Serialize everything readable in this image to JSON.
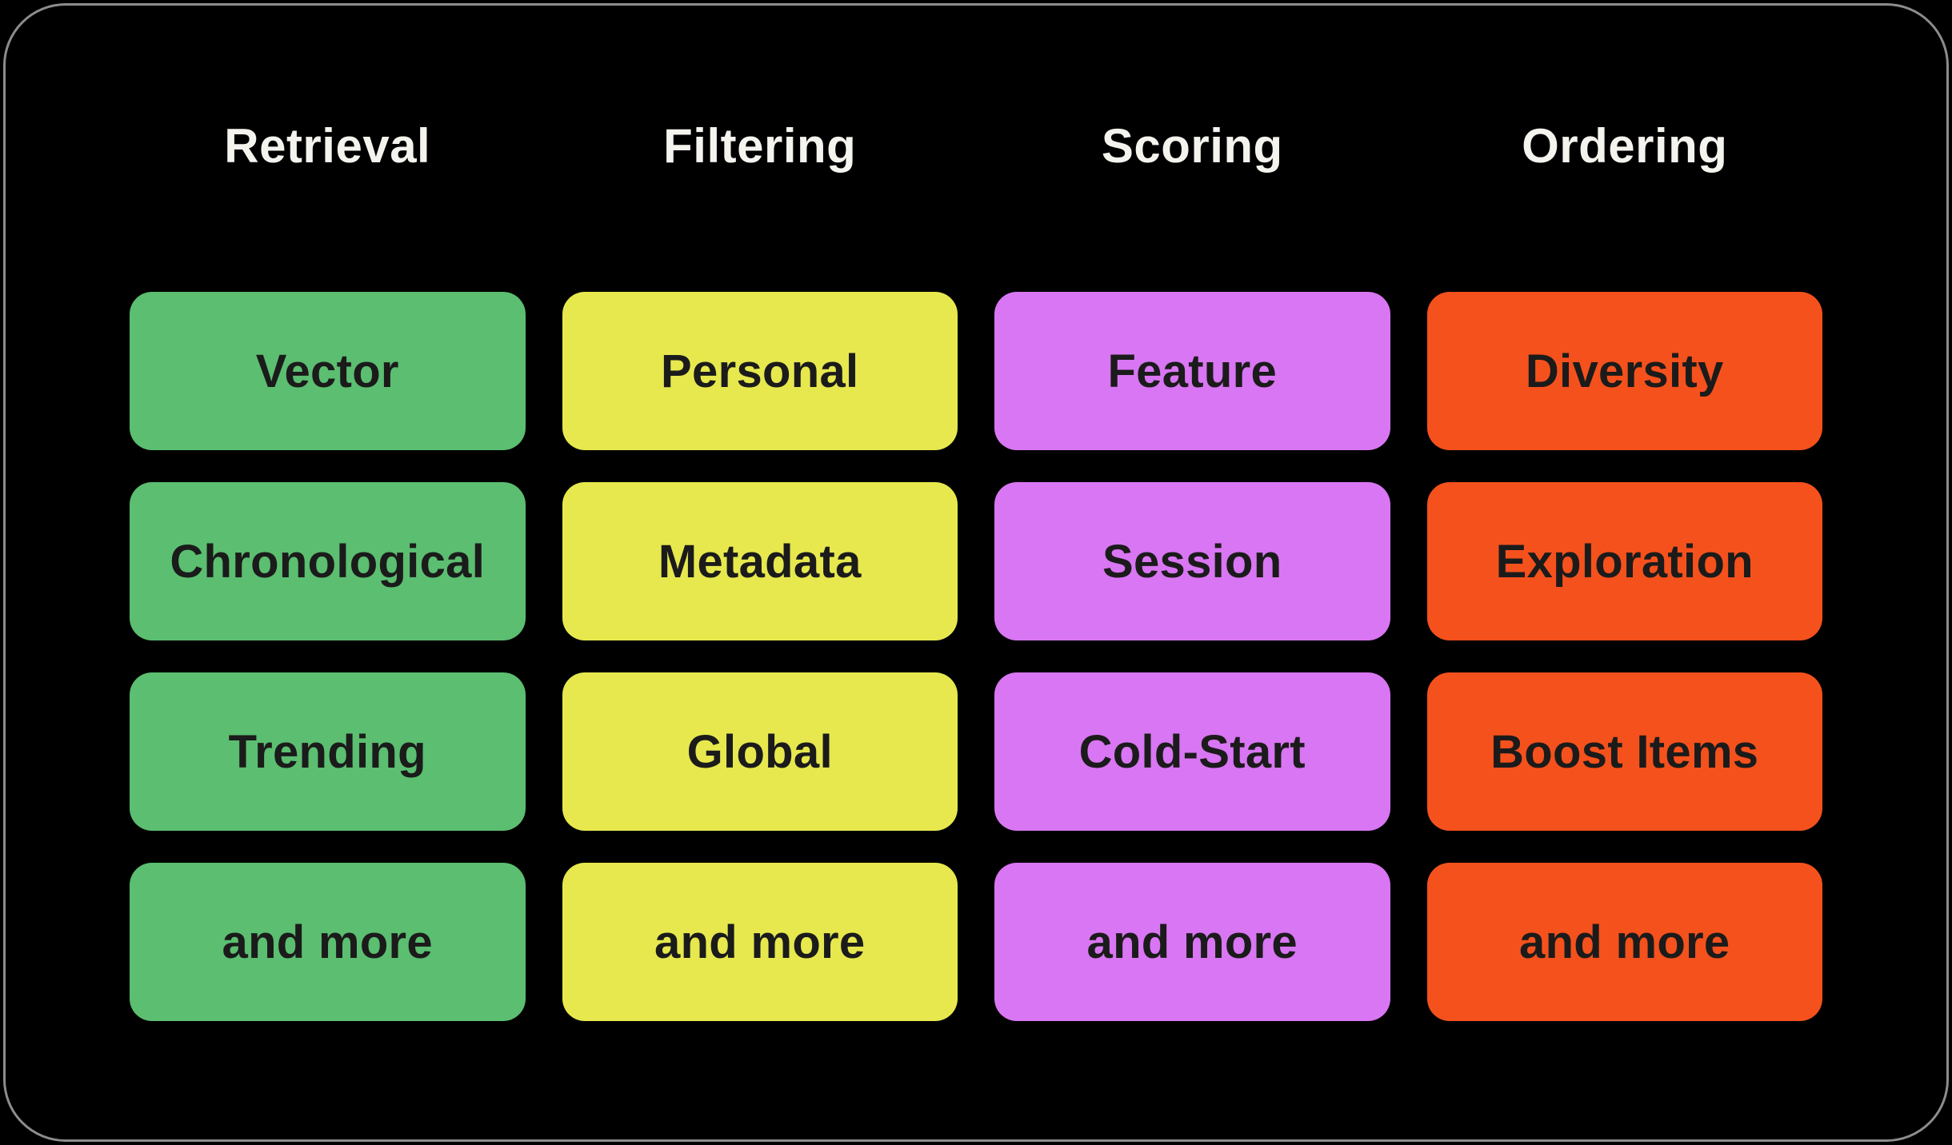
{
  "canvas": {
    "background_color": "#000000",
    "frame_border_color": "#8c8c8c",
    "header_text_color": "#f4f3ee",
    "pill_text_color": "#1b1b1b"
  },
  "columns": [
    {
      "header": "Retrieval",
      "color": "#5bbe70",
      "items": [
        "Vector",
        "Chronological",
        "Trending",
        "and more"
      ]
    },
    {
      "header": "Filtering",
      "color": "#e6e84e",
      "items": [
        "Personal",
        "Metadata",
        "Global",
        "and more"
      ]
    },
    {
      "header": "Scoring",
      "color": "#d976f3",
      "items": [
        "Feature",
        "Session",
        "Cold-Start",
        "and more"
      ]
    },
    {
      "header": "Ordering",
      "color": "#f5511c",
      "items": [
        "Diversity",
        "Exploration",
        "Boost Items",
        "and more"
      ]
    }
  ]
}
